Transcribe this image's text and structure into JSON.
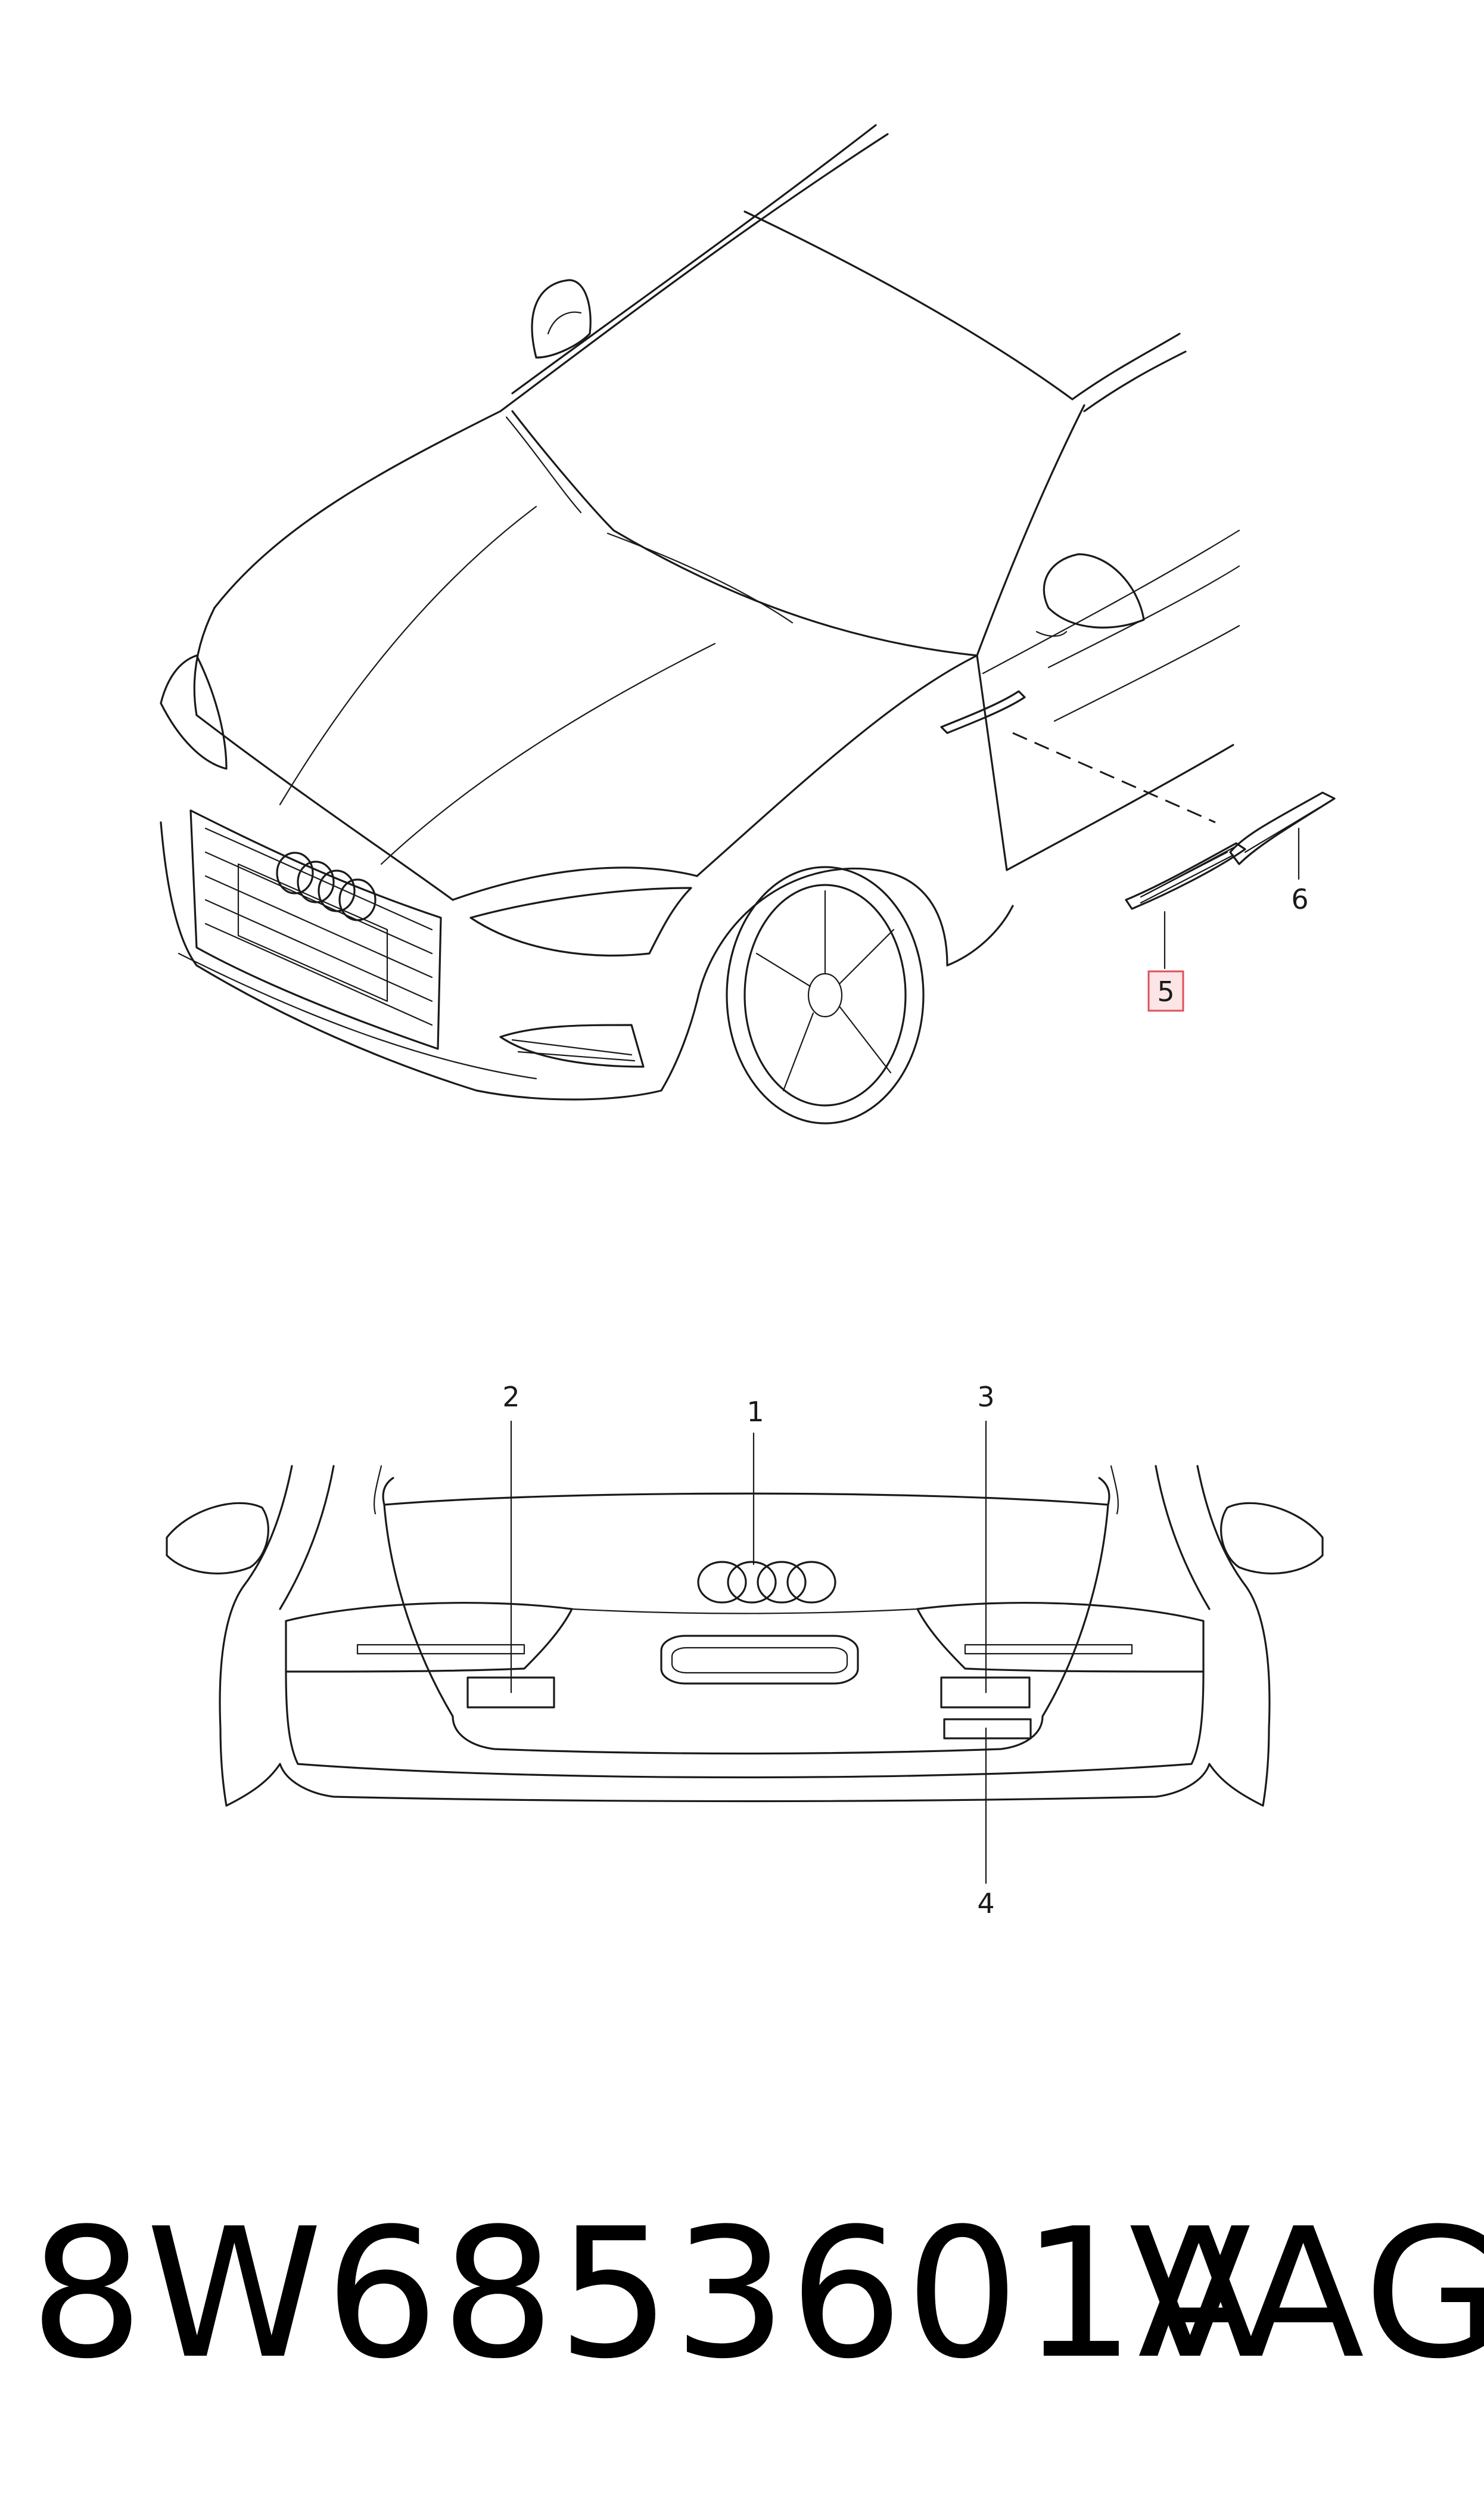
{
  "callouts": {
    "c1": "1",
    "c2": "2",
    "c3": "3",
    "c4": "4",
    "c5": "5",
    "c6": "6"
  },
  "highlight_color": "#e0505a",
  "highlight_fill": "#fbe5e6",
  "caption": {
    "part_number": "8W6853601A",
    "maker": "VAG"
  }
}
